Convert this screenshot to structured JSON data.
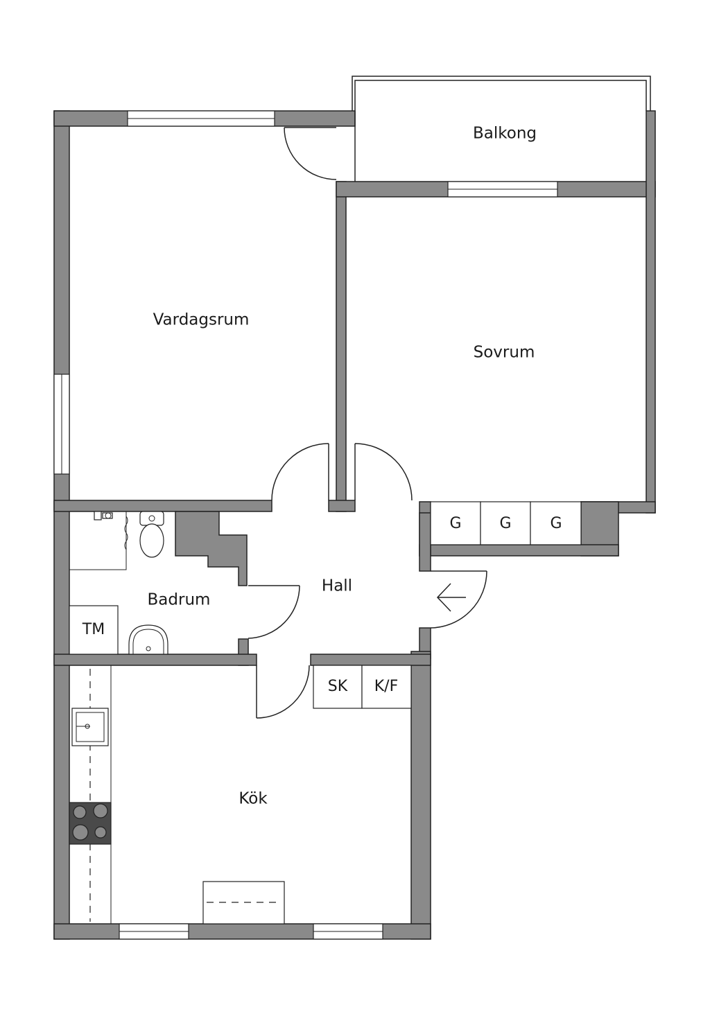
{
  "rooms": {
    "balkong": "Balkong",
    "vardagsrum": "Vardagsrum",
    "sovrum": "Sovrum",
    "hall": "Hall",
    "badrum": "Badrum",
    "kok": "Kök"
  },
  "fixtures": {
    "wardrobe_1": "G",
    "wardrobe_2": "G",
    "wardrobe_3": "G",
    "washing_machine": "TM",
    "storage_cabinet": "SK",
    "fridge_freezer": "K/F"
  },
  "icons": {
    "entrance": "entrance-arrow-icon",
    "toilet": "toilet-icon",
    "washbasin": "washbasin-icon",
    "shower": "shower-icon",
    "kitchen_sink": "kitchen-sink-icon",
    "stove": "stove-icon"
  },
  "colors": {
    "wall": "#8a8a8a",
    "line": "#222222",
    "floor": "#ffffff"
  }
}
